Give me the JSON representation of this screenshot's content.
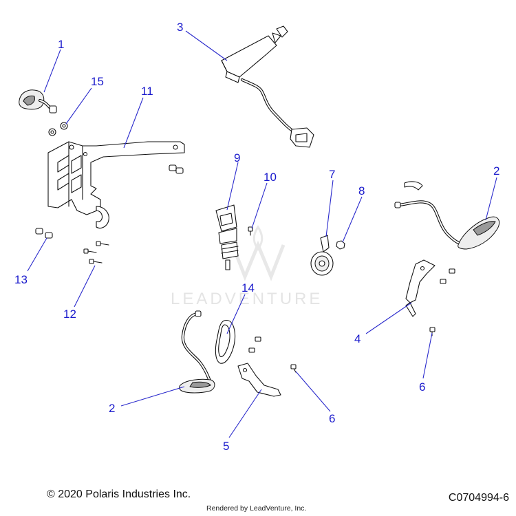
{
  "diagram": {
    "callouts": [
      {
        "id": "c1",
        "label": "1"
      },
      {
        "id": "c15",
        "label": "15"
      },
      {
        "id": "c11",
        "label": "11"
      },
      {
        "id": "c3",
        "label": "3"
      },
      {
        "id": "c9",
        "label": "9"
      },
      {
        "id": "c10",
        "label": "10"
      },
      {
        "id": "c7",
        "label": "7"
      },
      {
        "id": "c8",
        "label": "8"
      },
      {
        "id": "c2a",
        "label": "2"
      },
      {
        "id": "c13",
        "label": "13"
      },
      {
        "id": "c12",
        "label": "12"
      },
      {
        "id": "c14",
        "label": "14"
      },
      {
        "id": "c4",
        "label": "4"
      },
      {
        "id": "c6a",
        "label": "6"
      },
      {
        "id": "c2b",
        "label": "2"
      },
      {
        "id": "c5",
        "label": "5"
      },
      {
        "id": "c6b",
        "label": "6"
      }
    ],
    "watermark": "LEADVENTURE"
  },
  "footer": {
    "copyright": "© 2020 Polaris Industries Inc.",
    "rendered_by": "Rendered by LeadVenture, Inc.",
    "diagram_code": "C0704994-6"
  },
  "colors": {
    "callout": "#1a1acc",
    "line": "#111111",
    "watermark": "#e2e2e2"
  }
}
